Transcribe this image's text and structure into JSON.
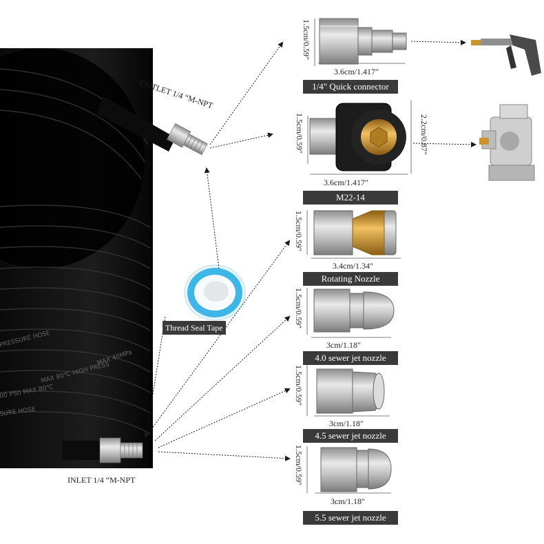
{
  "hose": {
    "outlet_label": "OUTLET 1/4 “M-NPT",
    "inlet_label": "INLET 1/4 “M-NPT",
    "print_text_1": "PRESSURE HOSE",
    "print_text_2": "MAX 40MPa",
    "print_text_3": "MAX 80℃ HIGH PRESS",
    "print_text_4": "00 PSI) MAX 80℃",
    "print_text_5": "SURE HOSE"
  },
  "tape": {
    "label": "Thread Seal Tape"
  },
  "parts": [
    {
      "name": "1/4\" Quick connector",
      "width_dim": "3.6cm/1.417″",
      "height_dim": "1.5cm/0.59″"
    },
    {
      "name": "M22-14",
      "width_dim": "3.6cm/1.417″",
      "height_dim": "1.5cm/0.59″",
      "extra_dim": "2.2cm/0.87″"
    },
    {
      "name": "Rotating Nozzle",
      "width_dim": "3.4cm/1.34″",
      "height_dim": "1.5cm/0.59″"
    },
    {
      "name": "4.0  sewer jet nozzle",
      "width_dim": "3cm/1.18″",
      "height_dim": "1.5cm/0.59″"
    },
    {
      "name": "4.5 sewer jet nozzle",
      "width_dim": "3cm/1.18″",
      "height_dim": "1.5cm/0.59″"
    },
    {
      "name": "5.5 sewer jet nozzle",
      "width_dim": "3cm/1.18″",
      "height_dim": "1.5cm/0.59″"
    }
  ],
  "colors": {
    "hose": "#151515",
    "steel": "#b8b8b8",
    "brass": "#c8952e",
    "tape": "#3fb6e8",
    "caption": "#3a3a3a"
  }
}
